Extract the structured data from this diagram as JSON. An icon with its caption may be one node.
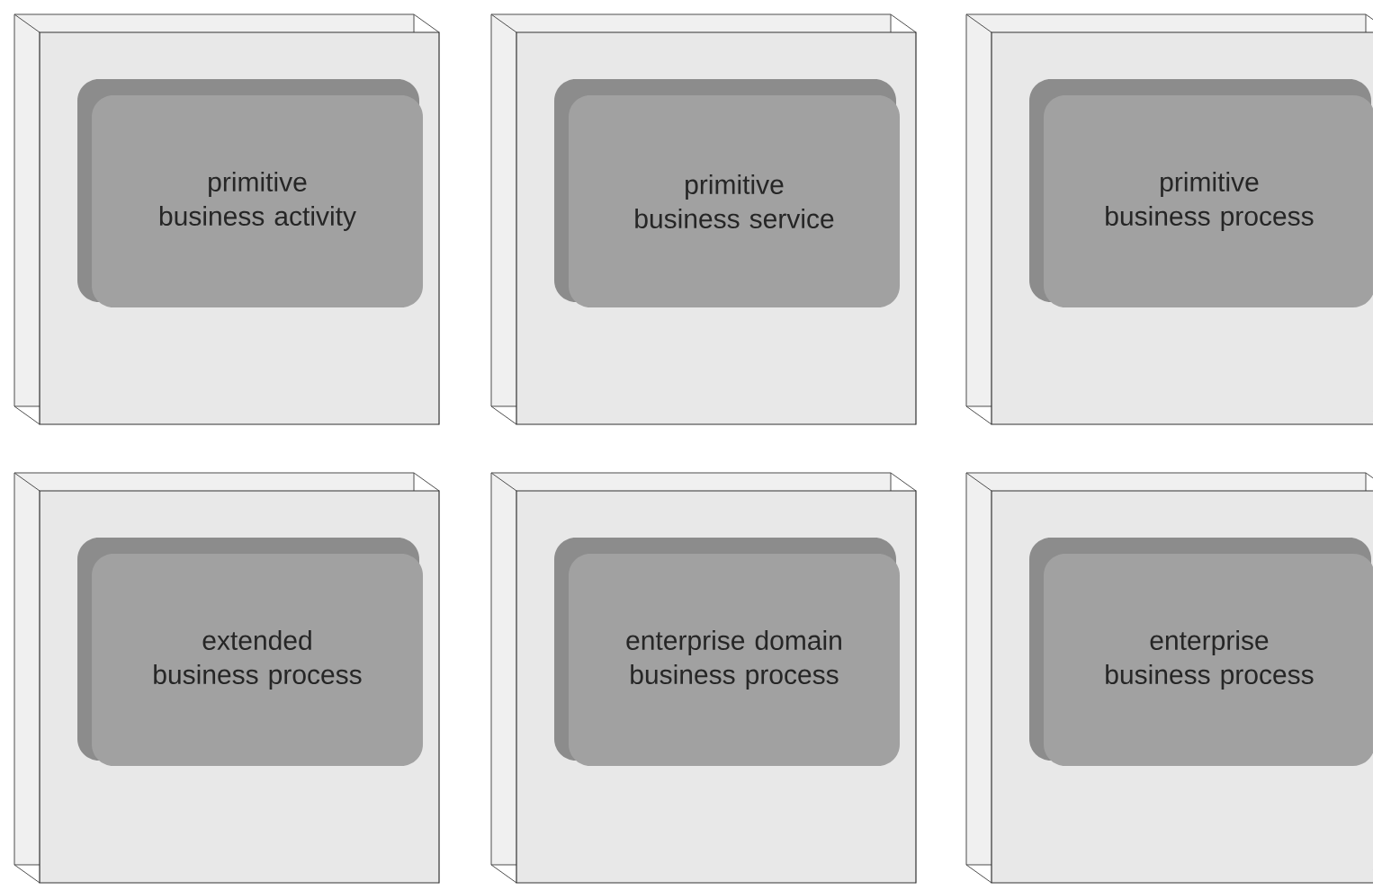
{
  "diagram": {
    "nodes": [
      {
        "text": [],
        "shape": "box"
      },
      {
        "text": [
          "primitive business activity"
        ],
        "in": 0
      },
      {
        "text": [],
        "shape": "box"
      },
      {
        "text": [
          "primitive business service"
        ],
        "in": 2
      },
      {
        "text": [],
        "shape": "box"
      },
      {
        "text": [
          "primitive business process"
        ],
        "in": 4
      },
      {
        "text": [],
        "shape": "box"
      },
      {
        "text": [
          "extended business process"
        ],
        "in": 6
      },
      {
        "text": [],
        "shape": "box"
      },
      {
        "text": [
          "enterprise domain business process"
        ],
        "in": 8
      },
      {
        "text": [],
        "shape": "box"
      },
      {
        "text": [
          "enterprise business process"
        ],
        "in": 10
      }
    ]
  }
}
